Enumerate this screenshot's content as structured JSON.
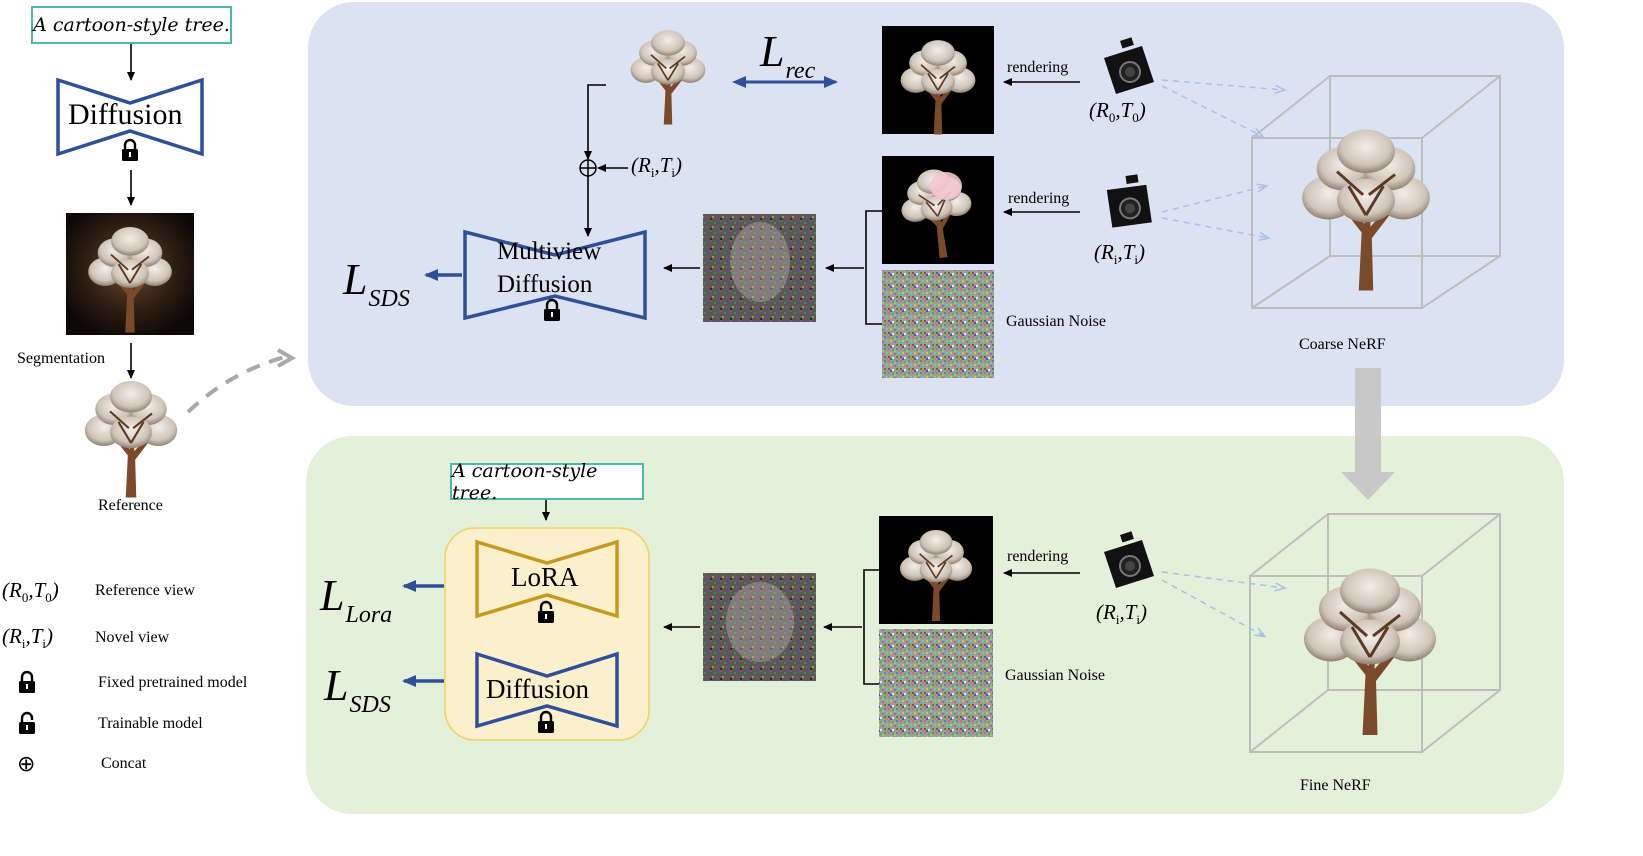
{
  "reference_column": {
    "prompt": "A cartoon-style tree.",
    "diffusion_label": "Diffusion",
    "segmentation_label": "Segmentation",
    "reference_label": "Reference"
  },
  "coarse_stage": {
    "loss_rec": {
      "symbol": "L",
      "sub": "rec"
    },
    "loss_sds": {
      "symbol": "L",
      "sub": "SDS"
    },
    "multiview_line1": "Multiview",
    "multiview_line2": "Diffusion",
    "pose_ref": {
      "l": "(",
      "r": "R",
      "rs": "0",
      "c": ",",
      "t": "T",
      "ts": "0",
      "e": ")"
    },
    "pose_novel": {
      "l": "(",
      "r": "R",
      "rs": "i",
      "c": ",",
      "t": "T",
      "ts": "i",
      "e": ")"
    },
    "concat_pose": {
      "l": "(",
      "r": "R",
      "rs": "i",
      "c": ",",
      "t": "T",
      "ts": "i",
      "e": ")"
    },
    "rendering_1": "rendering",
    "rendering_2": "rendering",
    "gaussian_noise": "Gaussian Noise",
    "nerf_label": "Coarse NeRF"
  },
  "fine_stage": {
    "prompt": "A cartoon-style tree.",
    "lora_label": "LoRA",
    "diffusion_label": "Diffusion",
    "loss_lora": {
      "symbol": "L",
      "sub": "Lora"
    },
    "loss_sds": {
      "symbol": "L",
      "sub": "SDS"
    },
    "pose_novel": {
      "l": "(",
      "r": "R",
      "rs": "i",
      "c": ",",
      "t": "T",
      "ts": "i",
      "e": ")"
    },
    "rendering": "rendering",
    "gaussian_noise": "Gaussian Noise",
    "nerf_label": "Fine NeRF"
  },
  "legend": {
    "items": [
      {
        "symbol": {
          "l": "(",
          "r": "R",
          "rs": "0",
          "c": ",",
          "t": "T",
          "ts": "0",
          "e": ")"
        },
        "label": "Reference view"
      },
      {
        "symbol": {
          "l": "(",
          "r": "R",
          "rs": "i",
          "c": ",",
          "t": "T",
          "ts": "i",
          "e": ")"
        },
        "label": "Novel view"
      },
      {
        "symbol_icon": "closed-lock-icon",
        "label": "Fixed pretrained model"
      },
      {
        "symbol_icon": "open-lock-icon",
        "label": "Trainable model"
      },
      {
        "symbol": {
          "text": "⊕"
        },
        "label": "Concat"
      }
    ]
  },
  "colors": {
    "coarse_bg": "#dbe3f3",
    "fine_bg": "#e3f0da",
    "blue": "#2f4f99",
    "gold": "#c4991d",
    "lora_panel": "#fcf0cc",
    "prompt_border": "#4fb7b0",
    "gray_arrow": "#c8c8c8",
    "dashed_cam": "#a9bfe6"
  }
}
